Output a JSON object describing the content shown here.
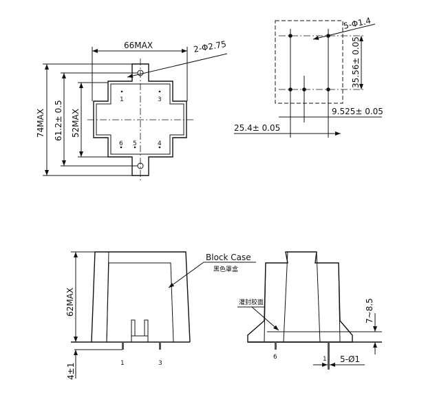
{
  "top_view": {
    "width_dim": "66MAX",
    "hole_note": "2-Φ2.75",
    "height_outer": "74MAX",
    "hole_spacing": "61.2± 0.5",
    "height_body": "52MAX",
    "pins": [
      "1",
      "3",
      "6",
      "5",
      "4"
    ]
  },
  "pin_layout": {
    "pin_note": "5-Φ1.4",
    "vertical_spacing": "35.56± 0.05",
    "short_spacing": "9.525± 0.05",
    "long_spacing": "25.4± 0.05"
  },
  "front_view": {
    "height_dim": "62MAX",
    "pin_length": "4±1",
    "case_label": "Block Case",
    "case_label_cn": "黑色罩盒",
    "pins": [
      "1",
      "3"
    ]
  },
  "side_view": {
    "potting_label_cn": "灌封胶面",
    "potting_height": "7~8.5",
    "pin_note": "5-Ø1",
    "pins": [
      "6",
      "1"
    ]
  }
}
